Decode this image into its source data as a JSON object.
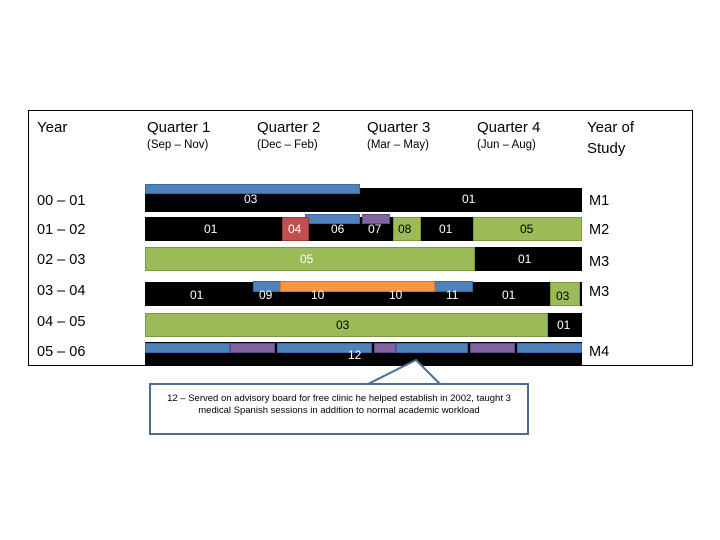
{
  "header": {
    "year": "Year",
    "quarters": [
      {
        "name": "Quarter 1",
        "months": "(Sep – Nov)"
      },
      {
        "name": "Quarter 2",
        "months": "(Dec – Feb)"
      },
      {
        "name": "Quarter 3",
        "months": "(Mar – May)"
      },
      {
        "name": "Quarter 4",
        "months": "(Jun – Aug)"
      }
    ],
    "study_line1": "Year of",
    "study_line2": "Study"
  },
  "years": [
    "00 – 01",
    "01 – 02",
    "02 – 03",
    "03 – 04",
    "04 – 05",
    "05 – 06"
  ],
  "study": [
    "M1",
    "M2",
    "M3",
    "M3",
    "M4"
  ],
  "row1": {
    "a": "03",
    "b": "01"
  },
  "row2": {
    "a": "01",
    "b": "04",
    "c": "06",
    "d": "07",
    "e": "08",
    "f": "01",
    "g": "05"
  },
  "row3": {
    "a": "05",
    "b": "01"
  },
  "row4": {
    "a": "01",
    "b": "09",
    "c": "10",
    "d": "10",
    "e": "11",
    "f": "01",
    "g": "03"
  },
  "row5": {
    "a": "03",
    "b": "01"
  },
  "row6": {
    "a": "12"
  },
  "colors": {
    "black": "#000000",
    "green": "#9bbb59",
    "blue": "#4f81bd",
    "purple": "#8064a2",
    "red": "#c0504d",
    "orange": "#f79646"
  },
  "callout": "12 – Served on advisory board for free clinic he helped establish in 2002, taught 3 medical Spanish sessions in addition to normal academic workload"
}
